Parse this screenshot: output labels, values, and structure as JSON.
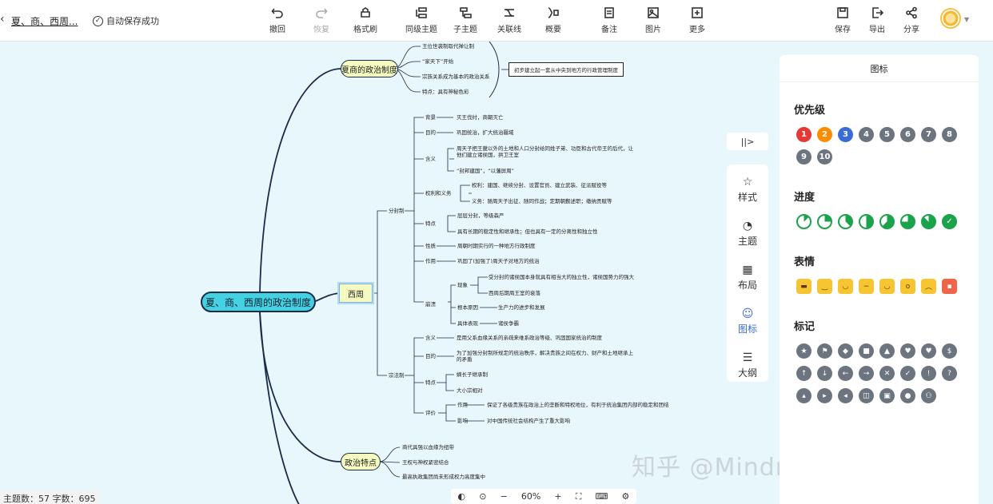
{
  "toolbar": {
    "doc_title": "夏、商、西周...",
    "save_status": "自动保存成功",
    "undo": "撤回",
    "redo": "恢复",
    "format": "格式刷",
    "sibling": "同级主题",
    "child": "子主题",
    "relation": "关联线",
    "summary": "概要",
    "note": "备注",
    "image": "图片",
    "more": "更多",
    "save": "保存",
    "export": "导出",
    "share": "分享"
  },
  "mindmap": {
    "root": "夏、商、西周的政治制度",
    "xia_shang": "夏商的政治制度",
    "xs_items": [
      "王位世袭制取代禅让制",
      "“家天下”开始",
      "宗族关系成为基本的政治关系",
      "特点：具有神秘色彩"
    ],
    "xs_summary": "初步建立起一套从中央到地方的行政管理制度",
    "xizhou": "西周",
    "fenfeng": "分封制",
    "ff_bg_label": "背景",
    "ff_bg": "灭王伐纣，商朝灭亡",
    "ff_purpose_label": "目的",
    "ff_purpose": "巩固统治，扩大统治疆域",
    "ff_meaning_label": "含义",
    "ff_meaning_1": "周天子把王畿以外的土地和人口分封给同姓子弟、功臣和古代帝王的后代，让他们建立诸侯国，拱卫王室",
    "ff_meaning_2": "“封邦建国”，“以藩屏周”",
    "ff_rights_label": "权利和义务",
    "ff_rights_1": "权利：建国、继续分封、设置官员、建立武装、征派赋役等",
    "ff_rights_2": "义务：随周天子出征、随同作战；定期朝觐述职；缴纳贡赋等",
    "ff_feature_label": "特点",
    "ff_feature_1": "层层分封，等级森严",
    "ff_feature_2": "具有长期的稳定性和继承性；但也具有一定的分离性和独立性",
    "ff_nature_label": "性质",
    "ff_nature": "周朝时期实行的一种地方行政制度",
    "ff_effect_label": "作用",
    "ff_effect": "巩固了(加强了)周天子对地方的统治",
    "ff_collapse_label": "崩溃",
    "ff_sign_label": "现象",
    "ff_sign_1": "受分封的诸侯国本身就具有相当大的独立性，诸侯国势力的强大",
    "ff_sign_2": "西周后期周王室的衰落",
    "ff_root_label": "根本原因",
    "ff_root": "生产力的进步和发展",
    "ff_show_label": "具体表现",
    "ff_show": "诸侯争霸",
    "zongfa": "宗法制",
    "zf_meaning_label": "含义",
    "zf_meaning": "是用父系血缘关系的亲疏来维系政治等级、巩固国家统治的制度",
    "zf_purpose_label": "目的",
    "zf_purpose": "为了加强分封制所规定的统治秩序，解决贵族之间在权力、财产和土地继承上的矛盾",
    "zf_feature_label": "特点",
    "zf_feature_1": "嫡长子继承制",
    "zf_feature_2": "大小宗相对",
    "zf_eval_label": "评价",
    "zf_eval_effect_label": "作用",
    "zf_eval_effect": "保证了各级贵族在政治上的垄断和特权地位，有利于统治集团内部的稳定和团结",
    "zf_eval_impact_label": "影响",
    "zf_eval_impact": "对中国传统社会结构产生了重大影响",
    "political": "政治特点",
    "pol_items": [
      "商代具强以血缘为纽带",
      "王权与神权紧密结合",
      "最高执政集团尚未形成权力高度集中"
    ]
  },
  "statusbar": {
    "count": "主题数：57  字数：695",
    "zoom": "60%"
  },
  "sidepanel": {
    "collapse": "||>",
    "tabs": [
      "样式",
      "主题",
      "布局",
      "图标",
      "大纲"
    ],
    "title": "图标",
    "priority_title": "优先级",
    "priority": [
      "1",
      "2",
      "3",
      "4",
      "5",
      "6",
      "7",
      "8",
      "9",
      "10"
    ],
    "progress_title": "进度",
    "emotion_title": "表情",
    "mark_title": "标记",
    "colors": {
      "p1": "#e53935",
      "p2": "#fb8c00",
      "p3": "#3a6bd8",
      "pgray": "#6c7480",
      "progress": "#1aa34a"
    }
  },
  "watermark": "知乎 @Mindnow思维导图"
}
